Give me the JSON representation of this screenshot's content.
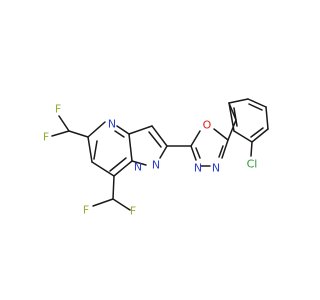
{
  "molecule": {
    "atom_labels": {
      "n_pyrimidine": "N",
      "n_bridge": "N",
      "n_pyrazole": "N",
      "o_oxadiazole": "O",
      "n_oxadiazole_3": "N",
      "n_oxadiazole_4": "N",
      "f_top_1": "F",
      "f_top_2": "F",
      "f_bottom_1": "F",
      "f_bottom_2": "F",
      "cl": "Cl"
    },
    "colors": {
      "carbon_bond": "#1a1a1a",
      "nitrogen": "#2a3fd1",
      "oxygen": "#e0201b",
      "fluorine": "#8dae34",
      "chlorine": "#2f9a2f"
    }
  }
}
